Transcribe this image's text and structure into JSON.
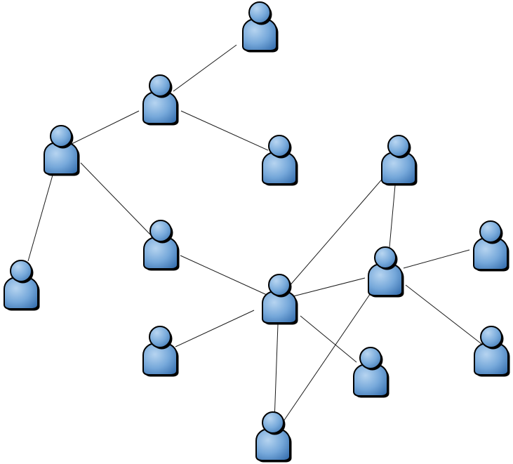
{
  "diagram": {
    "type": "network",
    "colors": {
      "person_light": "#a9cbec",
      "person_mid": "#6fa3d6",
      "person_dark": "#3f77b4",
      "outline": "#000000",
      "edge": "#1a1a1a",
      "background": "#ffffff"
    },
    "node_icon": "person-icon",
    "nodes": [
      {
        "id": "p1"
      },
      {
        "id": "p2"
      },
      {
        "id": "p3"
      },
      {
        "id": "p4"
      },
      {
        "id": "p5"
      },
      {
        "id": "p6"
      },
      {
        "id": "p7"
      },
      {
        "id": "p8"
      },
      {
        "id": "p9"
      },
      {
        "id": "p10"
      },
      {
        "id": "p11"
      },
      {
        "id": "p12"
      },
      {
        "id": "p13"
      },
      {
        "id": "p14"
      },
      {
        "id": "p15"
      }
    ],
    "edges": [
      [
        "p2",
        "p1"
      ],
      [
        "p2",
        "p3"
      ],
      [
        "p4",
        "p2"
      ],
      [
        "p4",
        "p5"
      ],
      [
        "p4",
        "p6"
      ],
      [
        "p6",
        "p7"
      ],
      [
        "p7",
        "p8"
      ],
      [
        "p7",
        "p9"
      ],
      [
        "p7",
        "p10"
      ],
      [
        "p7",
        "p11"
      ],
      [
        "p11",
        "p12"
      ],
      [
        "p11",
        "p13"
      ],
      [
        "p11",
        "p14"
      ]
    ]
  }
}
